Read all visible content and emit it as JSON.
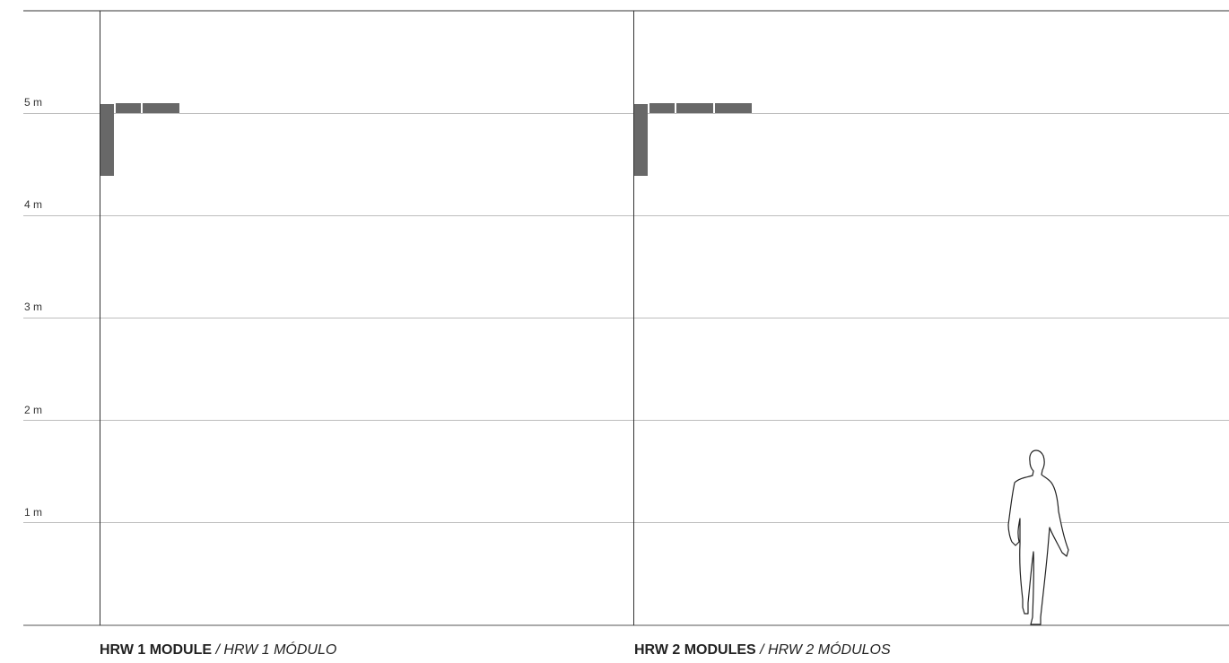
{
  "levels": [
    "5 m",
    "4 m",
    "3 m",
    "2 m",
    "1 m"
  ],
  "captions": [
    {
      "bold": "HRW 1 MODULE",
      "italic": " / HRW 1 MÓDULO"
    },
    {
      "bold": "HRW 2 MODULES",
      "italic": " / HRW 2 MÓDULOS"
    }
  ],
  "colors": {
    "module": "#686868",
    "grid": "#bdbdbd",
    "axis": "#333333"
  }
}
